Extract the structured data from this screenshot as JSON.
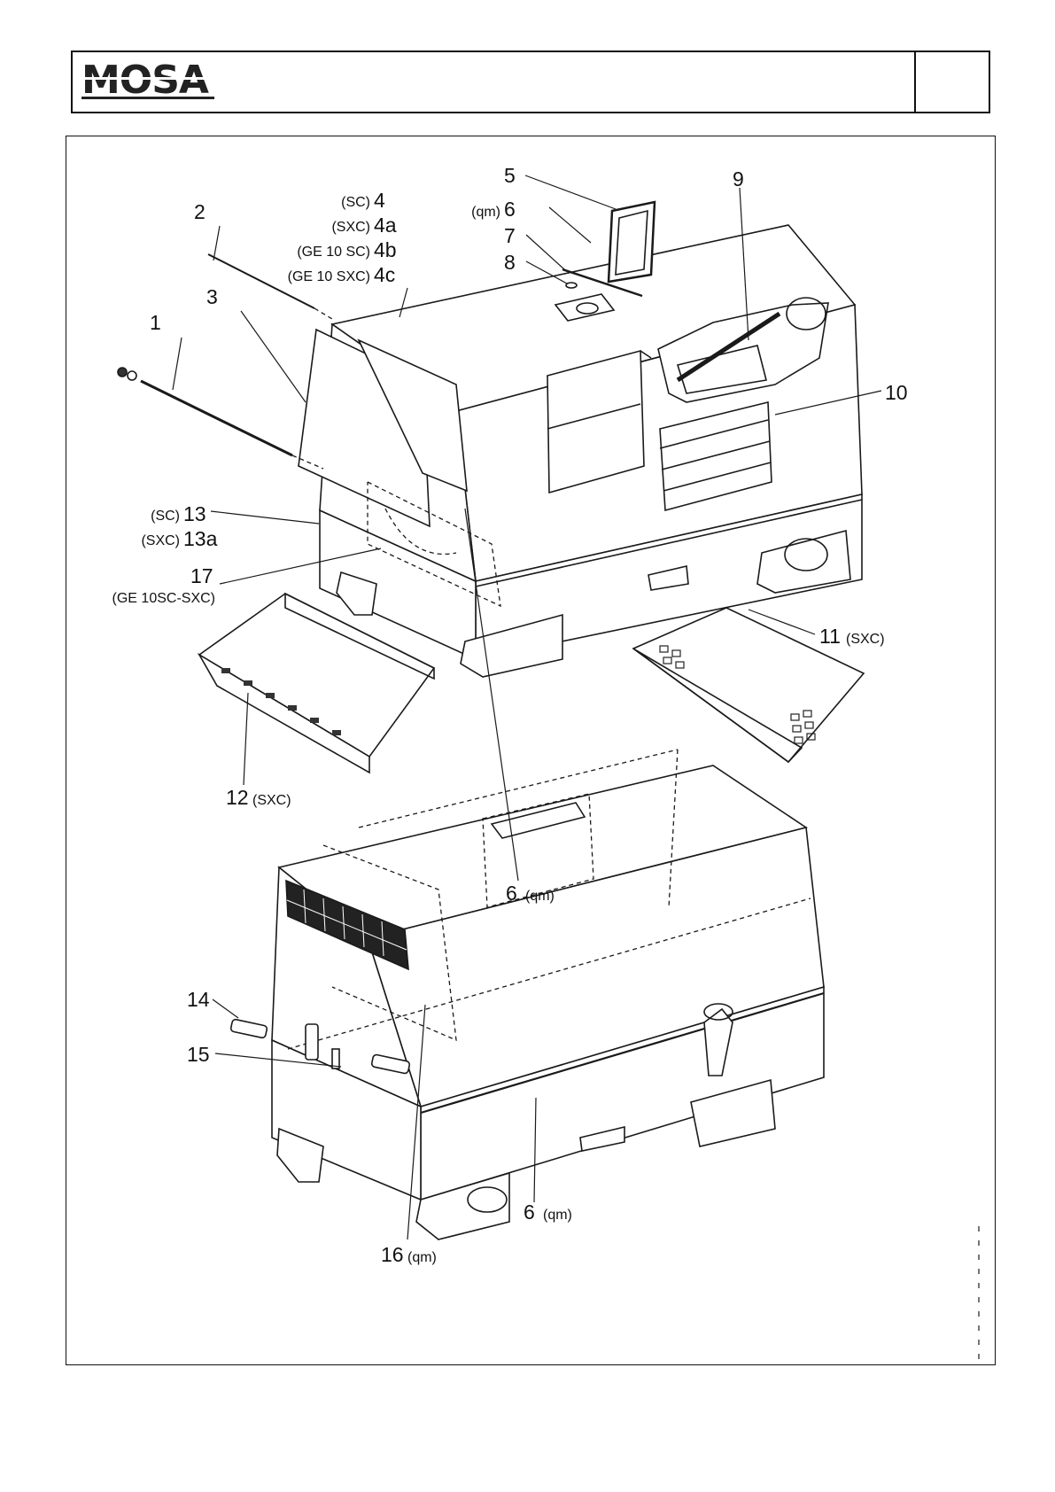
{
  "header": {
    "logo_text": "MOSA"
  },
  "figure": {
    "callouts": [
      {
        "num": "1",
        "qual": ""
      },
      {
        "num": "2",
        "qual": ""
      },
      {
        "num": "3",
        "qual": ""
      },
      {
        "num": "4",
        "qual": "(SC)"
      },
      {
        "num": "4a",
        "qual": "(SXC)"
      },
      {
        "num": "4b",
        "qual": "(GE 10 SC)"
      },
      {
        "num": "4c",
        "qual": "(GE 10 SXC)"
      },
      {
        "num": "5",
        "qual": ""
      },
      {
        "num": "6",
        "qual": "(qm)"
      },
      {
        "num": "7",
        "qual": ""
      },
      {
        "num": "8",
        "qual": ""
      },
      {
        "num": "9",
        "qual": ""
      },
      {
        "num": "10",
        "qual": ""
      },
      {
        "num": "11",
        "qual": "(SXC)"
      },
      {
        "num": "12",
        "qual": "(SXC)"
      },
      {
        "num": "13",
        "qual": "(SC)"
      },
      {
        "num": "13a",
        "qual": "(SXC)"
      },
      {
        "num": "17",
        "qual": ""
      },
      {
        "num": "",
        "qual": "(GE 10SC-SXC)"
      },
      {
        "num": "6",
        "qual": "(qm)"
      },
      {
        "num": "14",
        "qual": ""
      },
      {
        "num": "15",
        "qual": ""
      },
      {
        "num": "6",
        "qual": "(qm)"
      },
      {
        "num": "16",
        "qual": "(qm)"
      }
    ]
  }
}
